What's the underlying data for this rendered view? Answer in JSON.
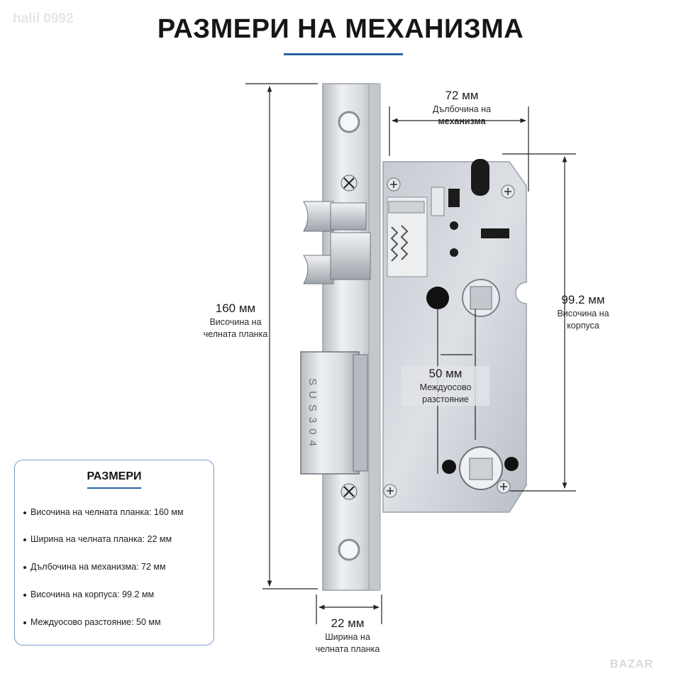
{
  "watermark": "halil 0992",
  "title": "РАЗМЕРИ НА МЕХАНИЗМА",
  "engraving": "SUS304",
  "dimensions": {
    "depth": {
      "value": "72 мм",
      "label_1": "Дълбочина на",
      "label_2": "механизма"
    },
    "faceplate_height": {
      "value": "160 мм",
      "label_1": "Височина на",
      "label_2": "челната планка"
    },
    "body_height": {
      "value": "99.2 мм",
      "label_1": "Височина на",
      "label_2": "корпуса"
    },
    "backset": {
      "value": "50 мм",
      "label_1": "Междуосово",
      "label_2": "разстояние"
    },
    "faceplate_width": {
      "value": "22 мм",
      "label_1": "Ширина на",
      "label_2": "челната планка"
    }
  },
  "spec_box": {
    "heading": "РАЗМЕРИ",
    "items": [
      "Височина на челната планка: 160 мм",
      "Ширина на челната планка: 22 мм",
      "Дълбочина на механизма: 72 мм",
      "Височина на корпуса: 99.2 мм",
      "Междуосово разстояние: 50 мм"
    ]
  },
  "brand_mark": "BAZAR",
  "colors": {
    "accent": "#2d5fa3",
    "box_border": "#7c9ccc",
    "metal": "#c9ced4"
  }
}
